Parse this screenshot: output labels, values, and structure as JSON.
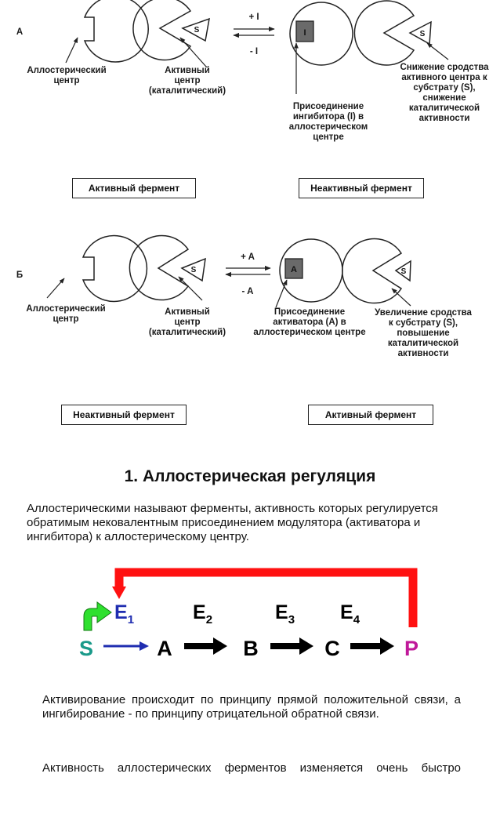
{
  "panel_a": {
    "letter": "А",
    "allosteric_label": "Аллостерический центр",
    "active_label_1": "Активный центр",
    "active_label_2": "(каталитический)",
    "arrow_forward": "+ I",
    "arrow_back": "- I",
    "modulator": "I",
    "substrate": "S",
    "join_label": "Присоединение ингибитора (I) в аллостерическом центре",
    "effect_label": "Снижение сродства активного центра к субстрату (S), снижение каталитической активности",
    "left_box": "Активный фермент",
    "right_box": "Неактивный фермент"
  },
  "panel_b": {
    "letter": "Б",
    "allosteric_label": "Аллостерический центр",
    "active_label_1": "Активный центр",
    "active_label_2": "(каталитический)",
    "arrow_forward": "+ A",
    "arrow_back": "- A",
    "modulator": "A",
    "substrate": "S",
    "join_label": "Присоединение активатора (А) в аллостерическом центре",
    "effect_label": "Увеличение сродства к субстрату (S), повышение каталитической активности",
    "left_box": "Неактивный фермент",
    "right_box": "Активный фермент"
  },
  "section_title": "1. Аллостерическая регуляция",
  "definition": "Аллостерическими называют ферменты, активность которых регулируется обратимым нековалентным присоединением модулятора (активатора и ингибитора) к аллостерическому центру.",
  "pathway": {
    "s": "S",
    "a": "A",
    "b": "B",
    "c": "C",
    "p": "P",
    "e1": "E",
    "e1_sub": "1",
    "e2": "E",
    "e2_sub": "2",
    "e3": "E",
    "e3_sub": "3",
    "e4": "E",
    "e4_sub": "4",
    "colors": {
      "s": "#1a9a8a",
      "e1": "#1f2db0",
      "p": "#c0199a",
      "feedback": "#ff1111",
      "activation": "#2ee02e",
      "step1": "#1f2db0",
      "steps": "#000000"
    }
  },
  "note1": "Активирование происходит по принципу прямой положительной связи, а ингибирование - по принципу отрицательной обратной связи.",
  "note2": "Активность аллостерических ферментов изменяется очень быстро"
}
